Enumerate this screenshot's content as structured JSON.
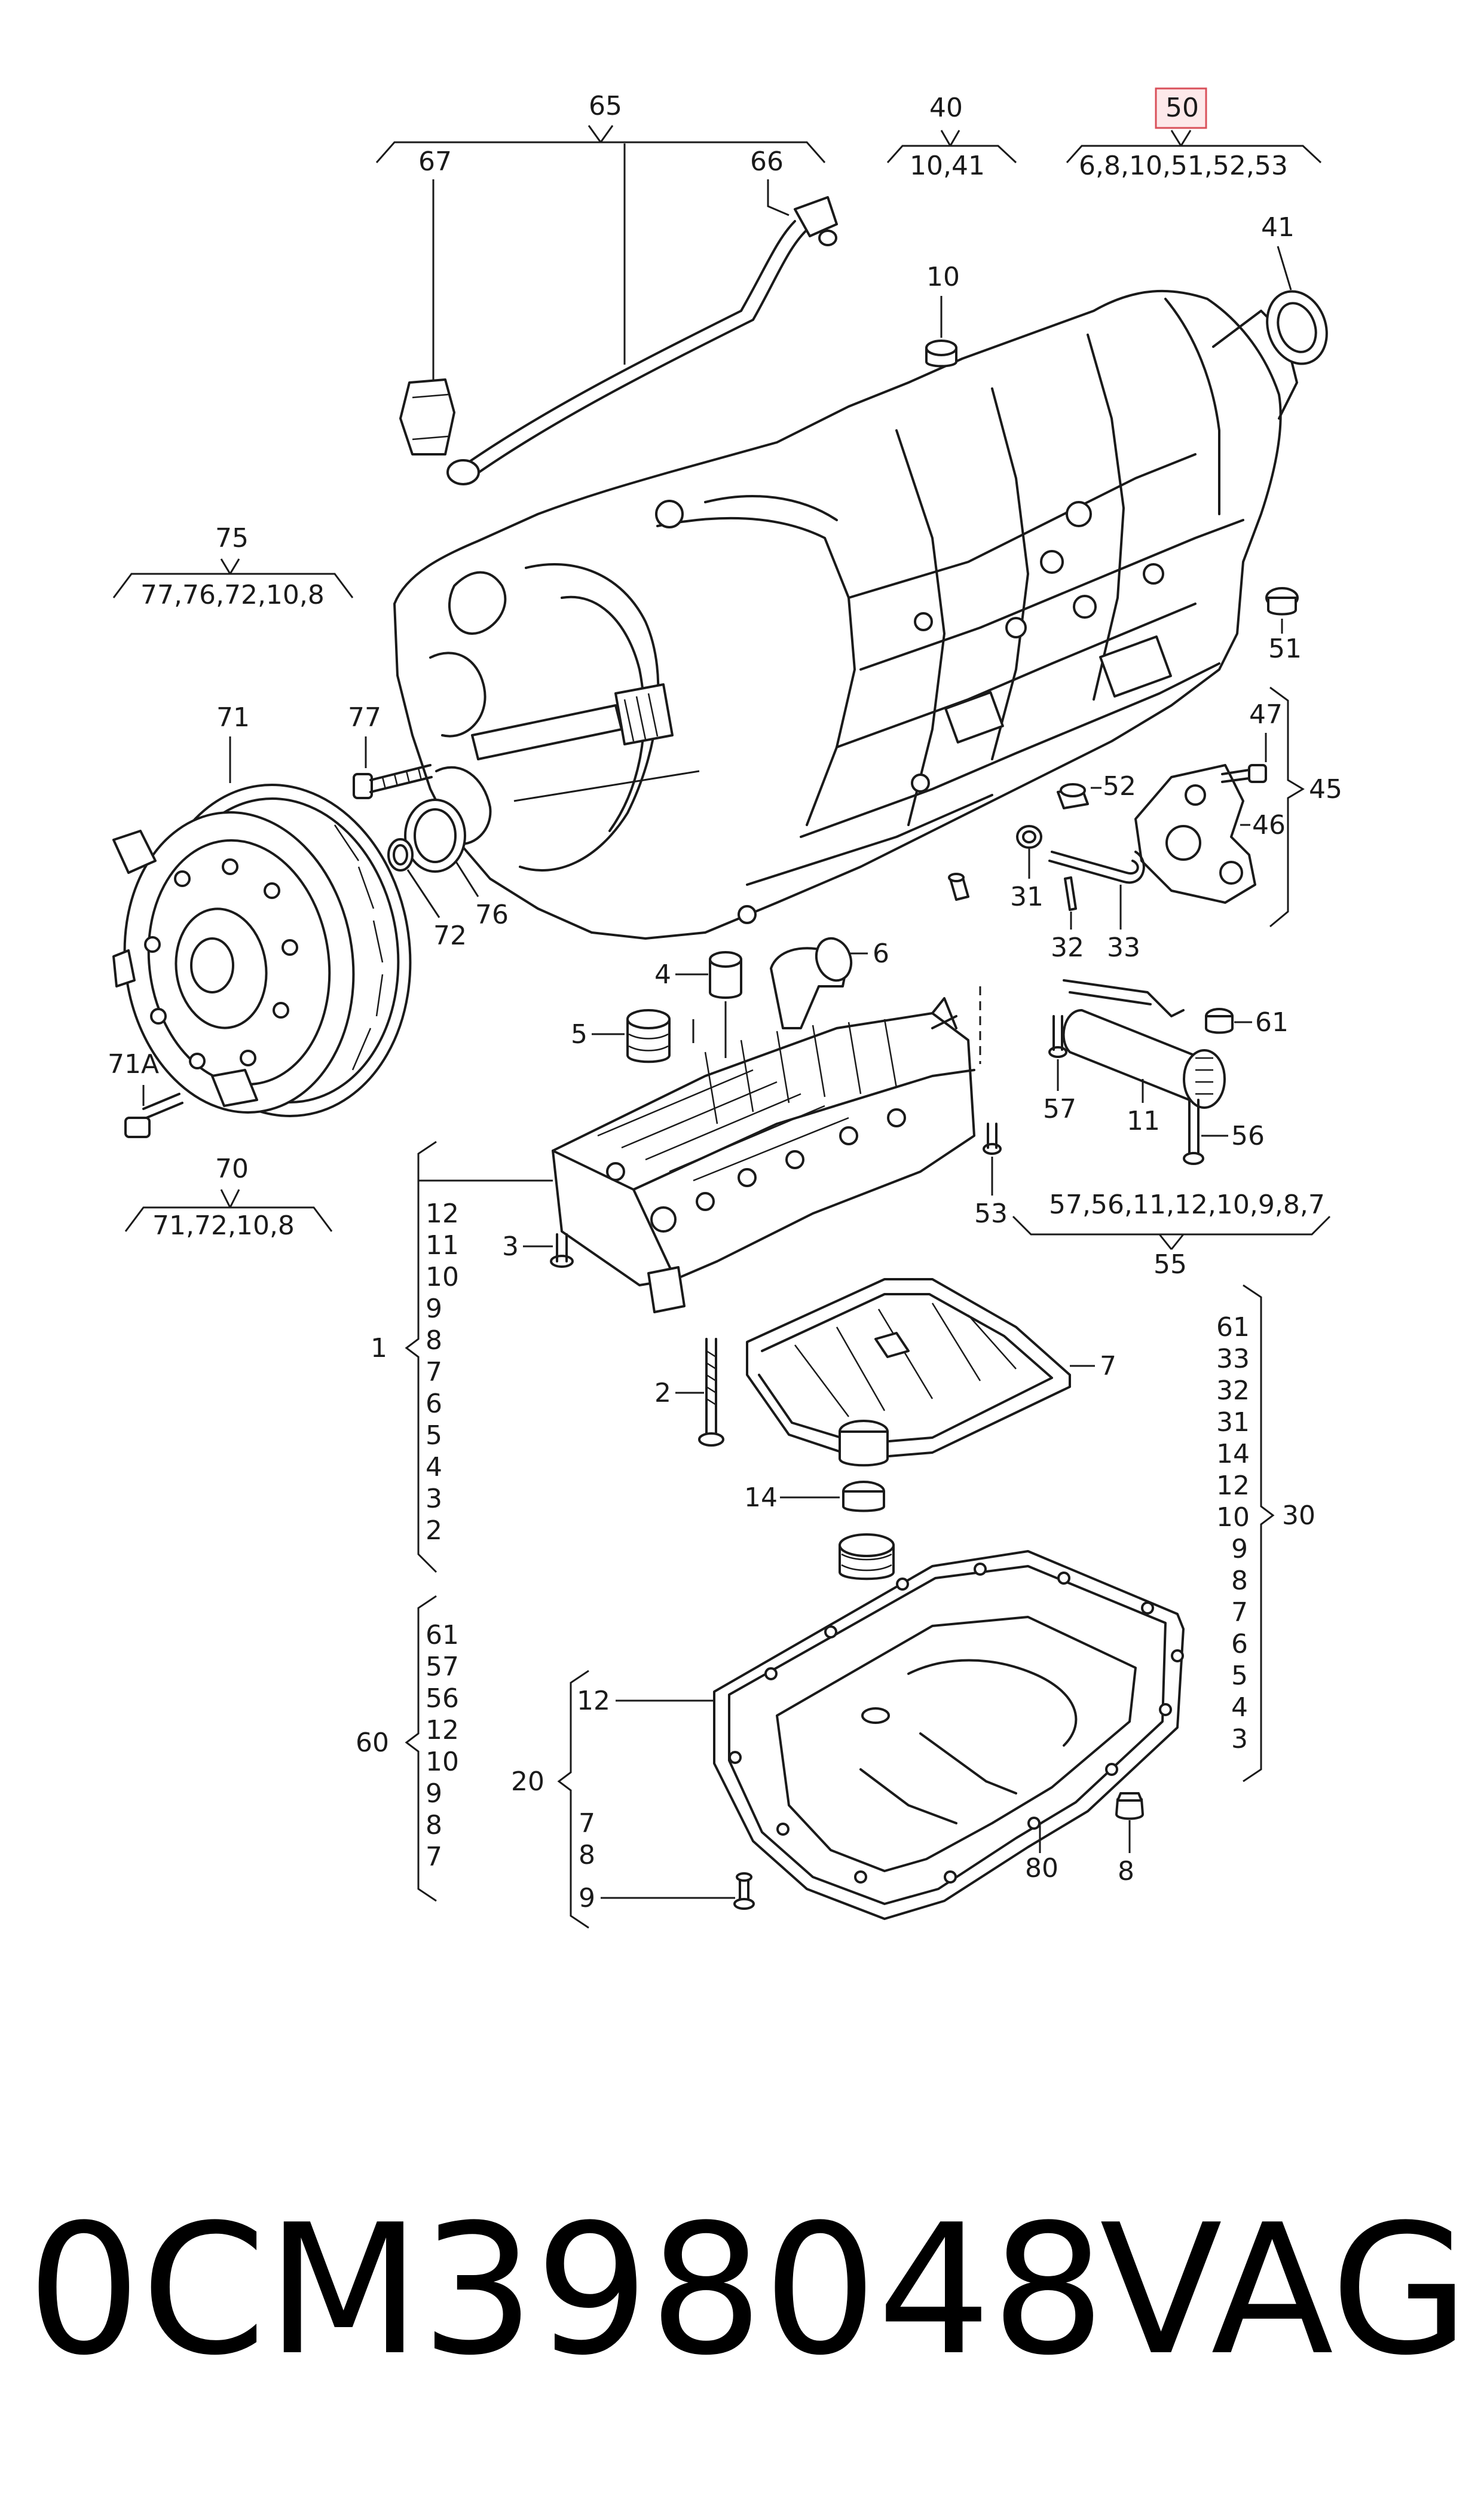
{
  "labels": {
    "g65": "65",
    "g65_sub_a": "67",
    "g65_sub_b": "66",
    "g40": "40",
    "g40_list": "10,41",
    "g50": "50",
    "g50_list": "6,8,10,51,52,53",
    "p41": "41",
    "p10": "10",
    "p51": "51",
    "g75": "75",
    "g75_list": "77,76,72,10,8",
    "p71": "71",
    "p77": "77",
    "p72": "72",
    "p76": "76",
    "p71a": "71A",
    "g70": "70",
    "g70_list": "71,72,10,8",
    "p47": "47",
    "p45": "45",
    "p46": "46",
    "p52": "52",
    "p31": "31",
    "p32": "32",
    "p33": "33",
    "p6": "6",
    "p4": "4",
    "p5": "5",
    "p61a": "61",
    "p57a": "57",
    "p11": "11",
    "p56a": "56",
    "p53": "53",
    "g55_list": "57,56,11,12,10,9,8,7",
    "g55": "55",
    "p3": "3",
    "p2": "2",
    "p7": "7",
    "p14": "14",
    "g1": "1",
    "g1_items": [
      "12",
      "11",
      "10",
      "9",
      "8",
      "7",
      "6",
      "5",
      "4",
      "3",
      "2"
    ],
    "g30": "30",
    "g30_items": [
      "61",
      "33",
      "32",
      "31",
      "14",
      "12",
      "10",
      "9",
      "8",
      "7",
      "6",
      "5",
      "4",
      "3"
    ],
    "g60": "60",
    "g60_items": [
      "61",
      "57",
      "56",
      "12",
      "10",
      "9",
      "8",
      "7"
    ],
    "g20": "20",
    "g20_items": [
      "12",
      "7",
      "8",
      "9"
    ],
    "p80": "80",
    "p8": "8"
  },
  "part_number": "0CM398048",
  "brand": "VAG",
  "highlight_color": "#d9505a"
}
